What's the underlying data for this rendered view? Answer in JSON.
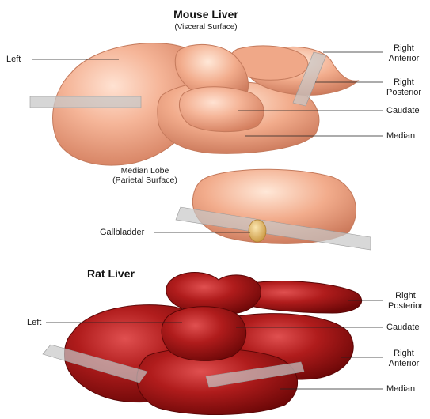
{
  "mouse": {
    "title": "Mouse Liver",
    "subtitle": "(Visceral Surface)",
    "labels": {
      "left": "Left",
      "right_anterior": "Right\nAnterior",
      "right_posterior": "Right\nPosterior",
      "caudate": "Caudate",
      "median": "Median"
    },
    "median_lobe": {
      "title_line1": "Median Lobe",
      "title_line2": "(Parietal Surface)",
      "gallbladder": "Gallbladder"
    }
  },
  "rat": {
    "title": "Rat Liver",
    "labels": {
      "left": "Left",
      "right_posterior": "Right\nPosterior",
      "caudate": "Caudate",
      "right_anterior": "Right\nAnterior",
      "median": "Median"
    }
  },
  "colors": {
    "mouse_tissue": "#f0a888",
    "rat_tissue": "#a81818",
    "gallbladder": "#e0b060",
    "plane": "#c8c8c8"
  }
}
